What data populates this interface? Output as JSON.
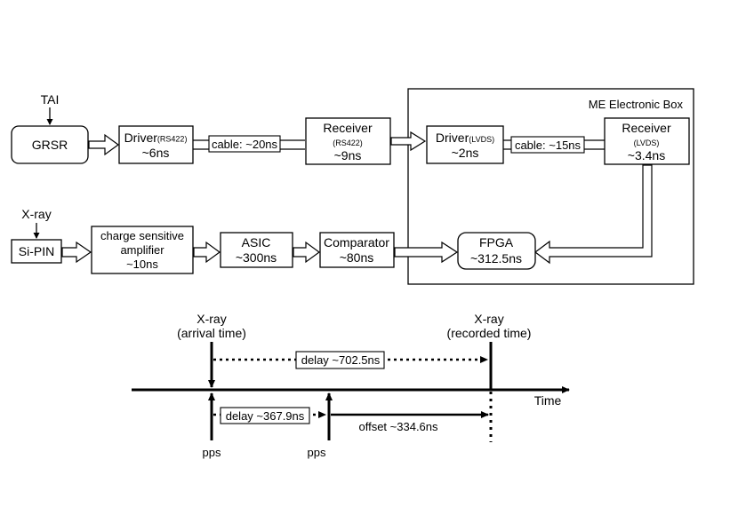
{
  "top": {
    "tai_label": "TAI",
    "grsr_label": "GRSR",
    "driver1": {
      "name": "Driver",
      "sub": "RS422",
      "value": "~6ns"
    },
    "cable1_label": "cable: ~20ns",
    "receiver1": {
      "name": "Receiver",
      "sub": "RS422",
      "value": "~9ns"
    },
    "me_box_title": "ME Electronic Box",
    "driver2": {
      "name": "Driver",
      "sub": "LVDS",
      "value": "~2ns"
    },
    "cable2_label": "cable: ~15ns",
    "receiver2": {
      "name": "Receiver",
      "sub": "LVDS",
      "value": "~3.4ns"
    }
  },
  "chain": {
    "xray_label": "X-ray",
    "sipin_label": "Si-PIN",
    "csa": {
      "line1": "charge sensitive",
      "line2": "amplifier",
      "value": "~10ns"
    },
    "asic": {
      "name": "ASIC",
      "value": "~300ns"
    },
    "comparator": {
      "name": "Comparator",
      "value": "~80ns"
    },
    "fpga": {
      "name": "FPGA",
      "value": "~312.5ns"
    }
  },
  "timeline": {
    "arrival": {
      "line1": "X-ray",
      "line2": "(arrival time)"
    },
    "recorded": {
      "line1": "X-ray",
      "line2": "(recorded time)"
    },
    "delay_total_label": "delay ~702.5ns",
    "delay_pps_label": "delay ~367.9ns",
    "offset_label": "offset ~334.6ns",
    "time_label": "Time",
    "pps1_label": "pps",
    "pps2_label": "pps"
  }
}
